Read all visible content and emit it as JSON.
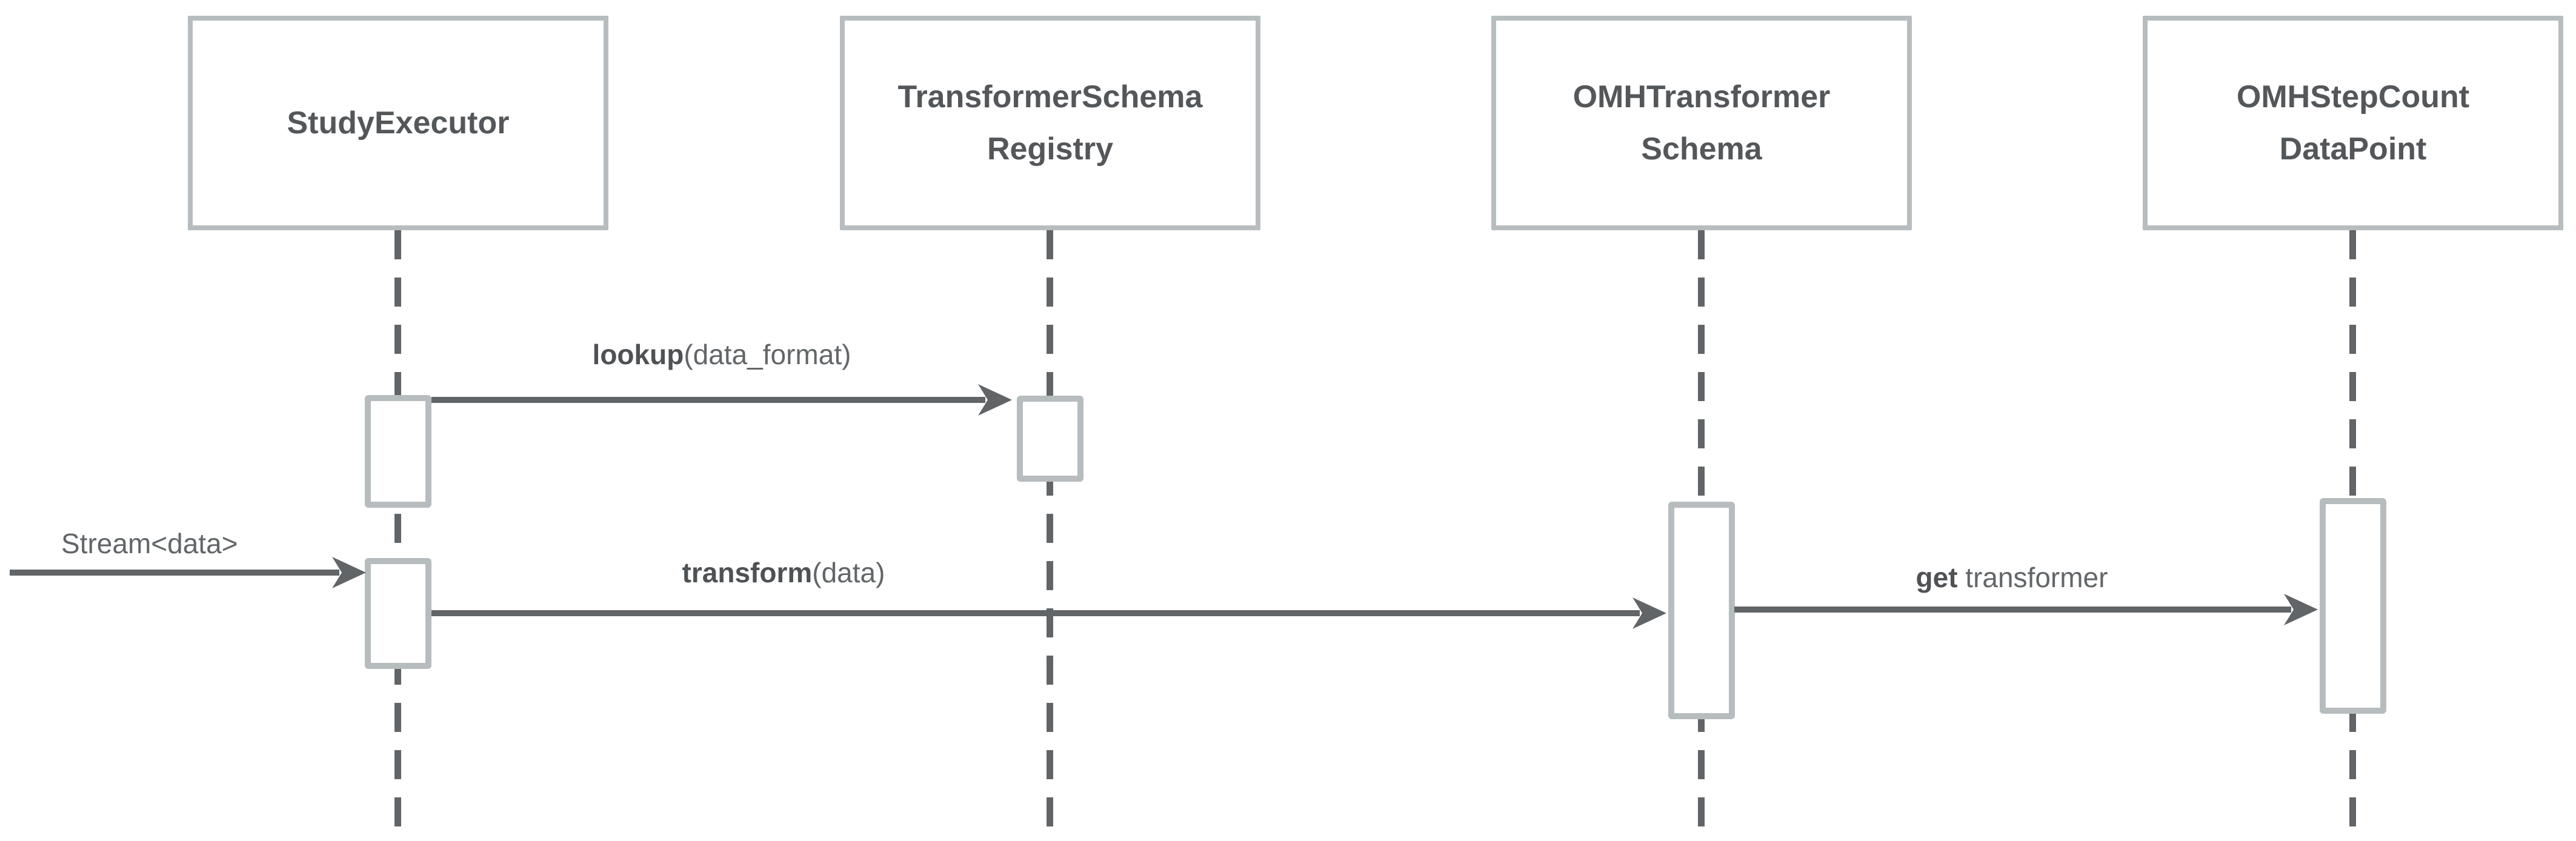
{
  "diagram": {
    "type": "uml-sequence-diagram",
    "background": "#ffffff",
    "colors": {
      "box_border": "#b7bcbf",
      "lifeline": "#616568",
      "arrow": "#616568",
      "label_bold": "#4f5255",
      "label_regular": "#626669",
      "actor_text": "#54575a"
    },
    "actors": [
      {
        "id": "study-executor",
        "lines": [
          "StudyExecutor"
        ]
      },
      {
        "id": "transformer-schema-registry",
        "lines": [
          "TransformerSchema",
          "Registry"
        ]
      },
      {
        "id": "omh-transformer-schema",
        "lines": [
          "OMHTransformer",
          "Schema"
        ]
      },
      {
        "id": "omh-step-count-data-point",
        "lines": [
          "OMHStepCount",
          "DataPoint"
        ]
      }
    ],
    "messages": [
      {
        "id": "lookup",
        "bold": "lookup",
        "rest": "(data_format)",
        "from": "study-executor",
        "to": "transformer-schema-registry"
      },
      {
        "id": "stream",
        "bold": "",
        "rest": "Stream<data>",
        "from": "external",
        "to": "study-executor"
      },
      {
        "id": "transform",
        "bold": "transform",
        "rest": "(data)",
        "from": "study-executor",
        "to": "omh-transformer-schema"
      },
      {
        "id": "get-transformer",
        "bold": "get",
        "rest": " transformer",
        "from": "omh-transformer-schema",
        "to": "omh-step-count-data-point"
      }
    ]
  }
}
